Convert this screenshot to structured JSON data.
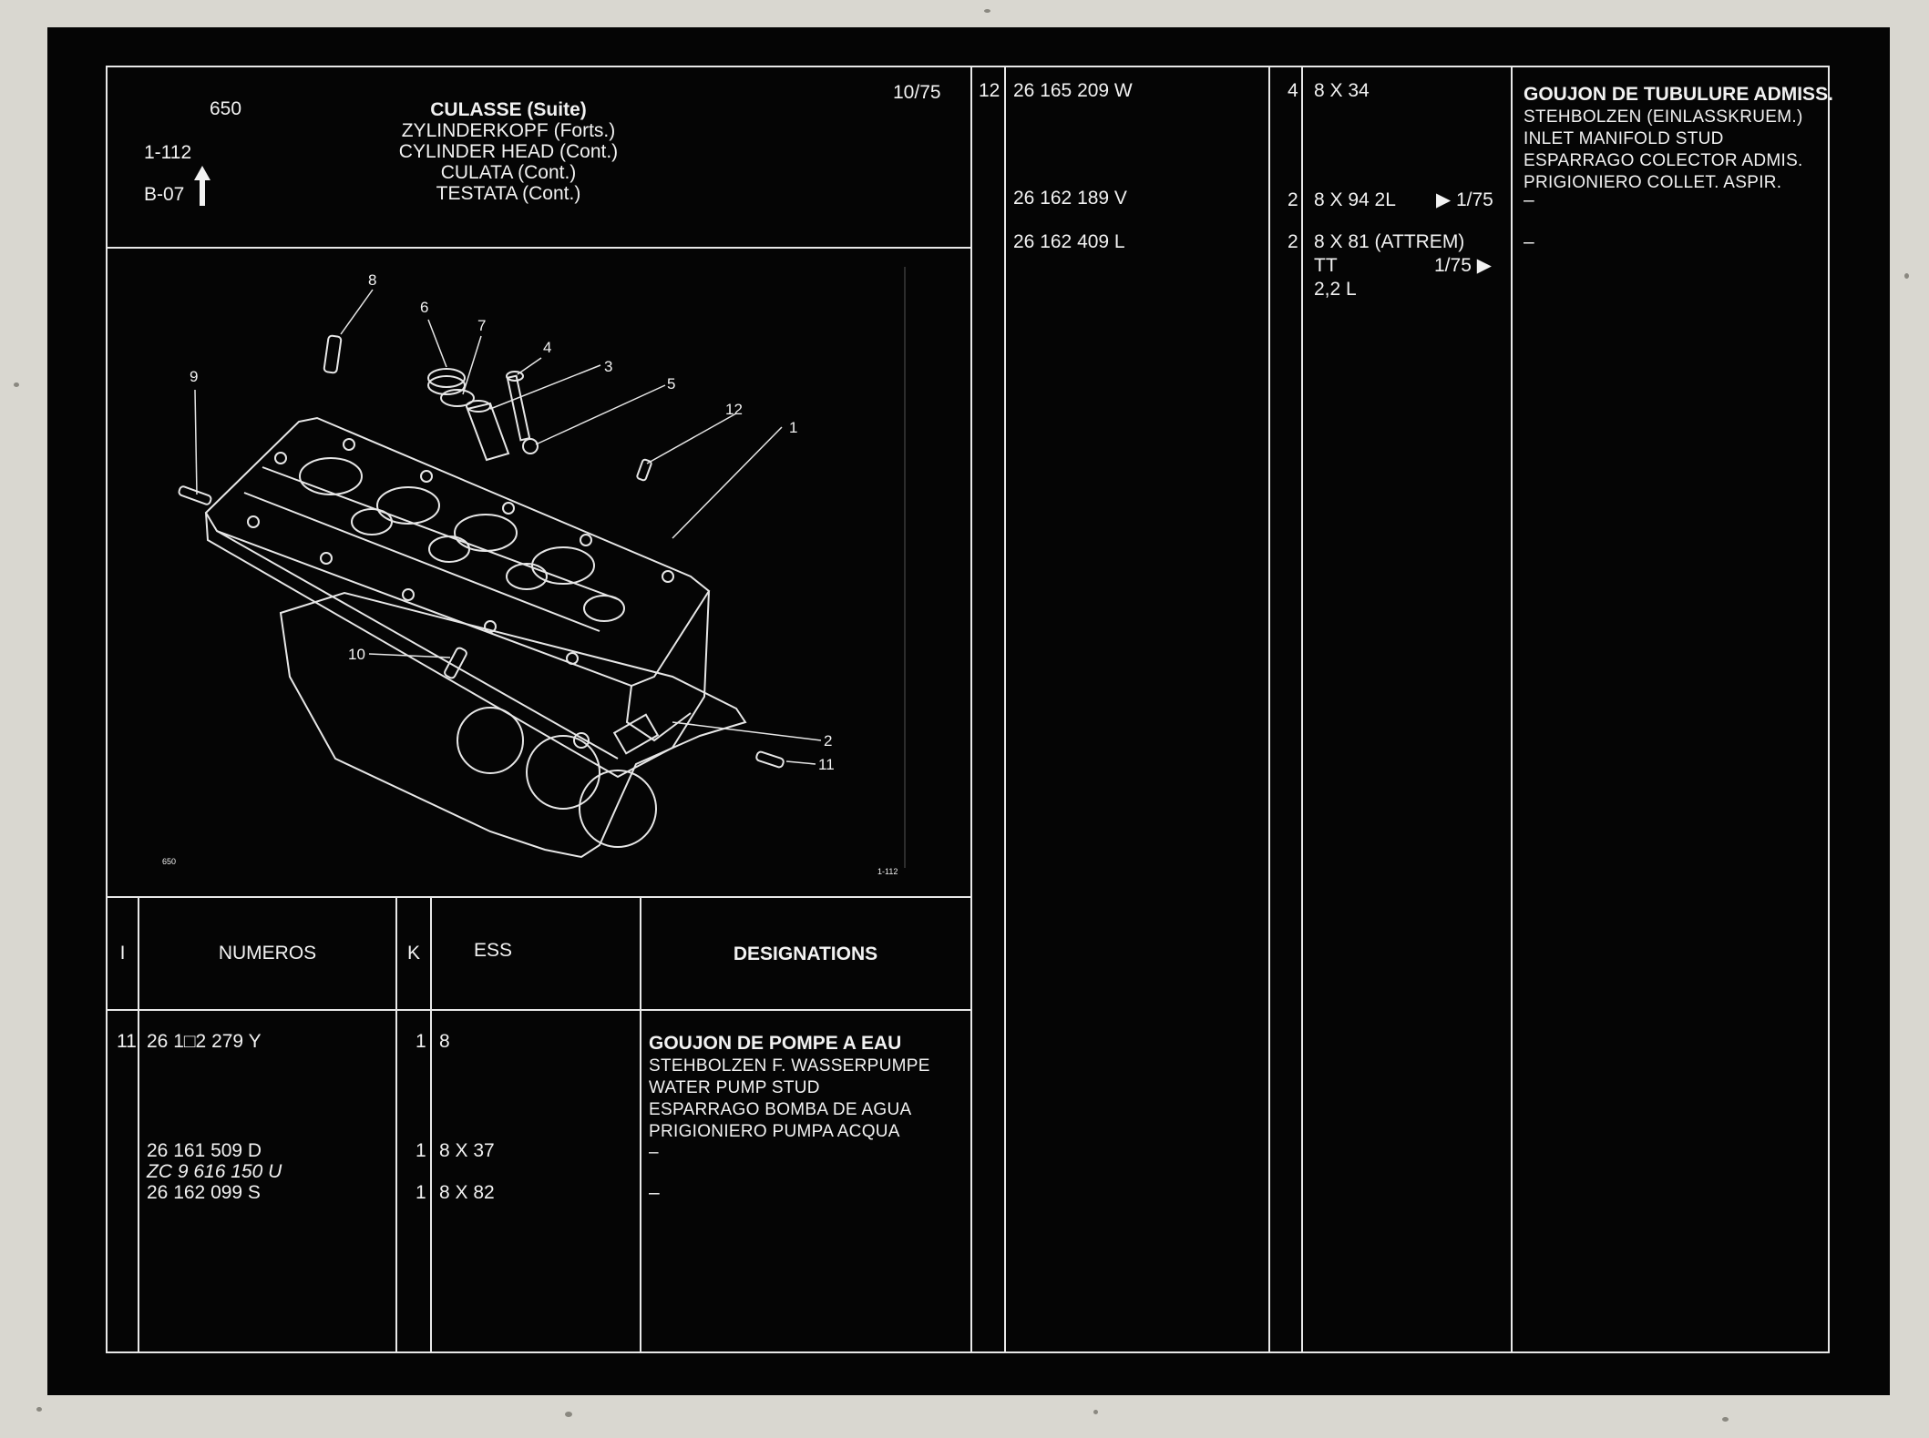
{
  "header": {
    "page_code": "650",
    "fig_ref": "1-112",
    "group_ref": "B-07",
    "date": "10/75",
    "titles": [
      "CULASSE (Suite)",
      "ZYLINDERKOPF (Forts.)",
      "CYLINDER HEAD (Cont.)",
      "CULATA (Cont.)",
      "TESTATA (Cont.)"
    ]
  },
  "diagram": {
    "callouts": [
      "1",
      "2",
      "3",
      "4",
      "5",
      "6",
      "7",
      "8",
      "9",
      "10",
      "11",
      "12"
    ],
    "corner_left": "650",
    "corner_right": "1-112"
  },
  "columns": {
    "i": "I",
    "numeros": "NUMEROS",
    "k": "K",
    "ess": "ESS",
    "designations": "DESIGNATIONS"
  },
  "left_rows": [
    {
      "index": "11",
      "number": "26 1□2 279  Y",
      "qty": "1",
      "size": "8"
    },
    {
      "number": "26  161  509  D",
      "qty": "1",
      "size": "8 X 37"
    },
    {
      "number": "ZC  9  616  150  U"
    },
    {
      "number": "26  162  099  S",
      "qty": "1",
      "size": "8 X 82",
      "desc": "–"
    }
  ],
  "left_designation": {
    "heading": "GOUJON DE POMPE A EAU",
    "lines": [
      "STEHBOLZEN F. WASSERPUMPE",
      "WATER PUMP STUD",
      "ESPARRAGO BOMBA DE AGUA",
      "PRIGIONIERO PUMPA ACQUA",
      "–"
    ]
  },
  "right_rows": [
    {
      "index": "12",
      "number": "26  165  209  W",
      "qty": "4",
      "size": "8 X 34"
    },
    {
      "number": "26  162  189  V",
      "qty": "2",
      "size": "8 X 94   2L",
      "date": "▶ 1/75",
      "desc": "–"
    },
    {
      "number": "26  162  409  L",
      "qty": "2",
      "size": "8 X 81 (ATTREM)",
      "size2": "TT",
      "date2": "1/75 ▶",
      "size3": "2,2 L",
      "desc": "–"
    }
  ],
  "right_designation": {
    "heading": "GOUJON DE TUBULURE ADMISS.",
    "lines": [
      "STEHBOLZEN (EINLASSKRUEM.)",
      "INLET MANIFOLD STUD",
      "ESPARRAGO COLECTOR ADMIS.",
      "PRIGIONIERO COLLET. ASPIR."
    ]
  }
}
